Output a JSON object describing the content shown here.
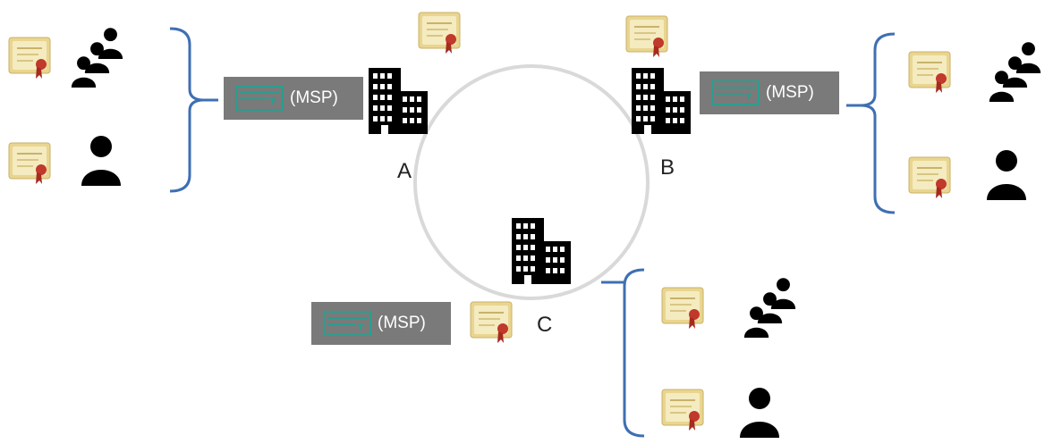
{
  "colors": {
    "ring": "#d9d9d9",
    "bracket": "#3f6fb3",
    "msp_box": "#7a7a7a",
    "msp_icon": "#2a9d8f",
    "certificate_paper": "#f1e3a6",
    "certificate_seal": "#c0392b",
    "icon_black": "#000000"
  },
  "organizations": [
    {
      "id": "A",
      "label": "A",
      "msp_label": "(MSP)"
    },
    {
      "id": "B",
      "label": "B",
      "msp_label": "(MSP)"
    },
    {
      "id": "C",
      "label": "C",
      "msp_label": "(MSP)"
    }
  ]
}
